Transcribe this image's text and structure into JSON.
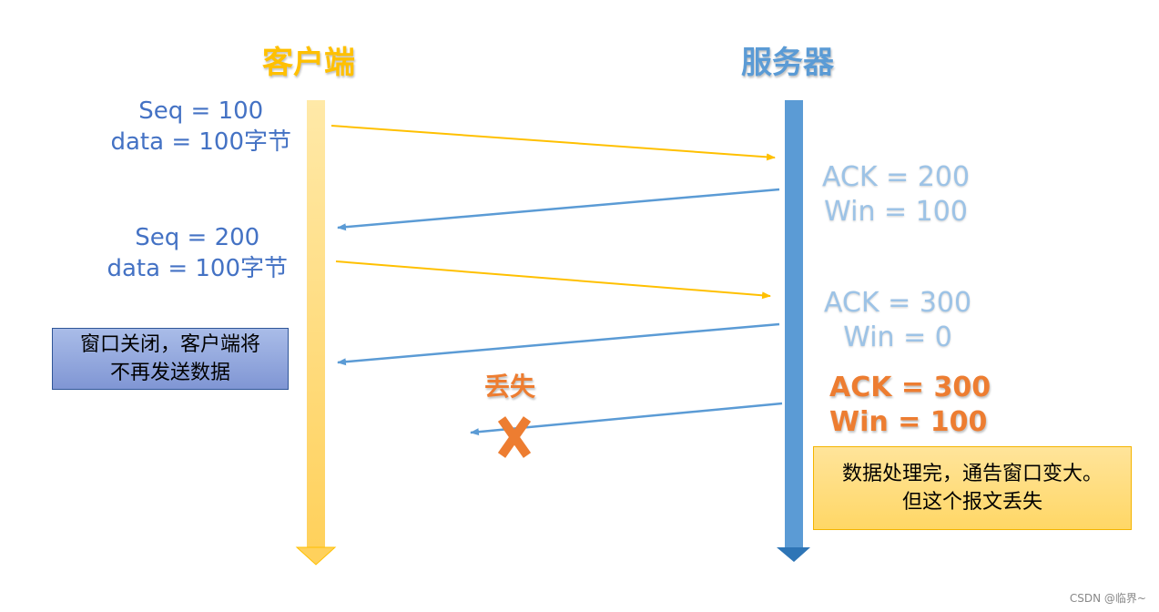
{
  "client_title": "客户端",
  "server_title": "服务器",
  "client_messages": [
    {
      "line1": "Seq = 100",
      "line2": "data = 100字节"
    },
    {
      "line1": "Seq = 200",
      "line2": "data = 100字节"
    }
  ],
  "server_acks": [
    {
      "line1": "ACK = 200",
      "line2": "Win = 100"
    },
    {
      "line1": "ACK = 300",
      "line2": "Win = 0"
    },
    {
      "line1": "ACK = 300",
      "line2": "Win = 100"
    }
  ],
  "client_note": {
    "line1": "窗口关闭，客户端将",
    "line2": "不再发送数据"
  },
  "server_note": {
    "line1": "数据处理完，通告窗口变大。",
    "line2": "但这个报文丢失"
  },
  "lost_label": "丢失",
  "watermark": "CSDN @临界~",
  "colors": {
    "client": "#FFC000",
    "server": "#5B9BD5",
    "label_blue": "#4472C4",
    "label_light": "#9DC3E6",
    "lost": "#ED7D31"
  }
}
